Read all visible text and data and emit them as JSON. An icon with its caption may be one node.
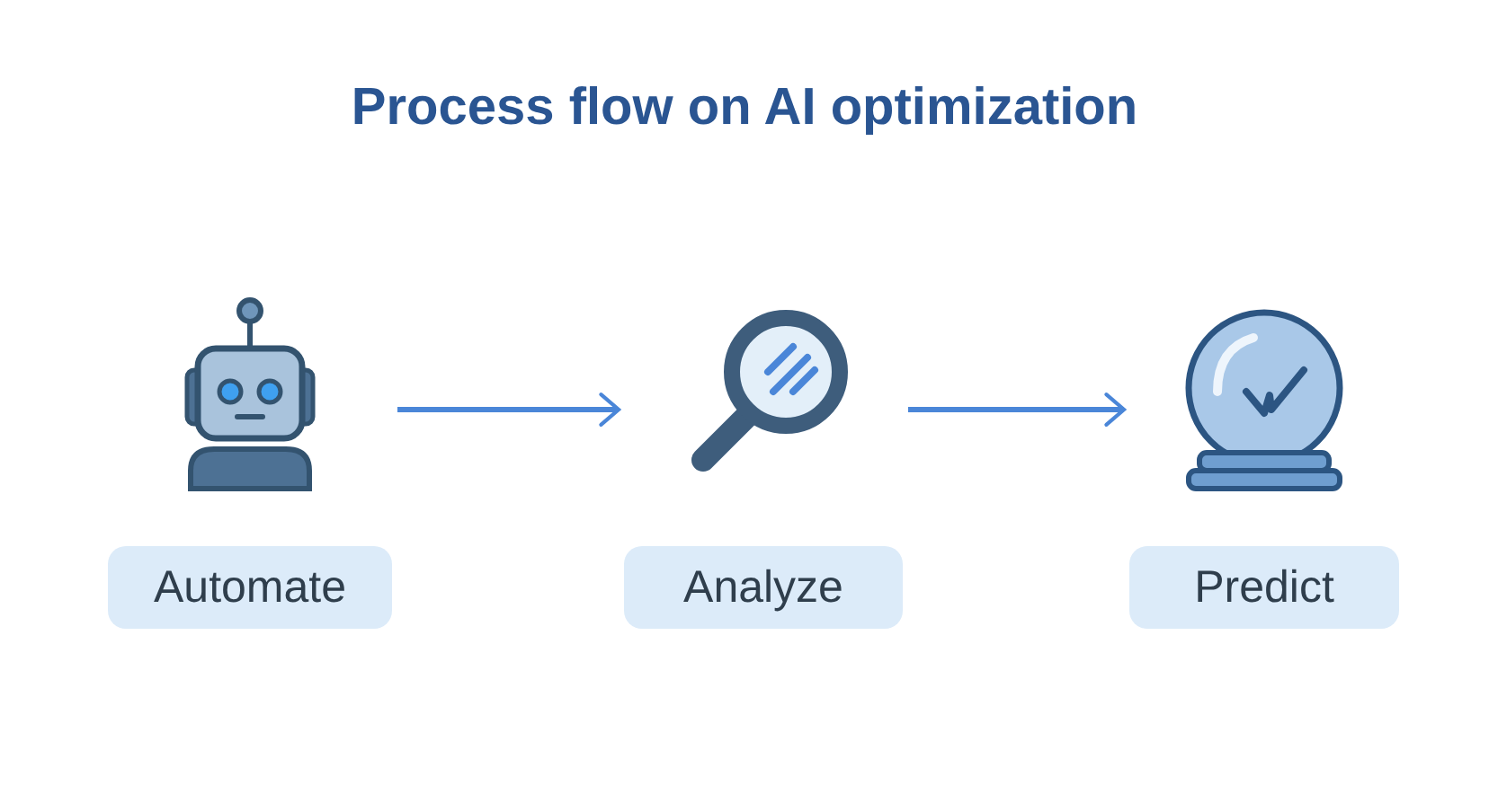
{
  "diagram": {
    "title": "Process flow on AI optimization",
    "nodes": [
      {
        "text": [
          "Automate"
        ]
      },
      {
        "text": [
          "Analyze"
        ]
      },
      {
        "text": [
          "Predict"
        ]
      }
    ],
    "edges": [
      {
        "from": 0,
        "to": 1,
        "arrow": "to"
      },
      {
        "from": 1,
        "to": 2,
        "arrow": "to"
      }
    ]
  }
}
